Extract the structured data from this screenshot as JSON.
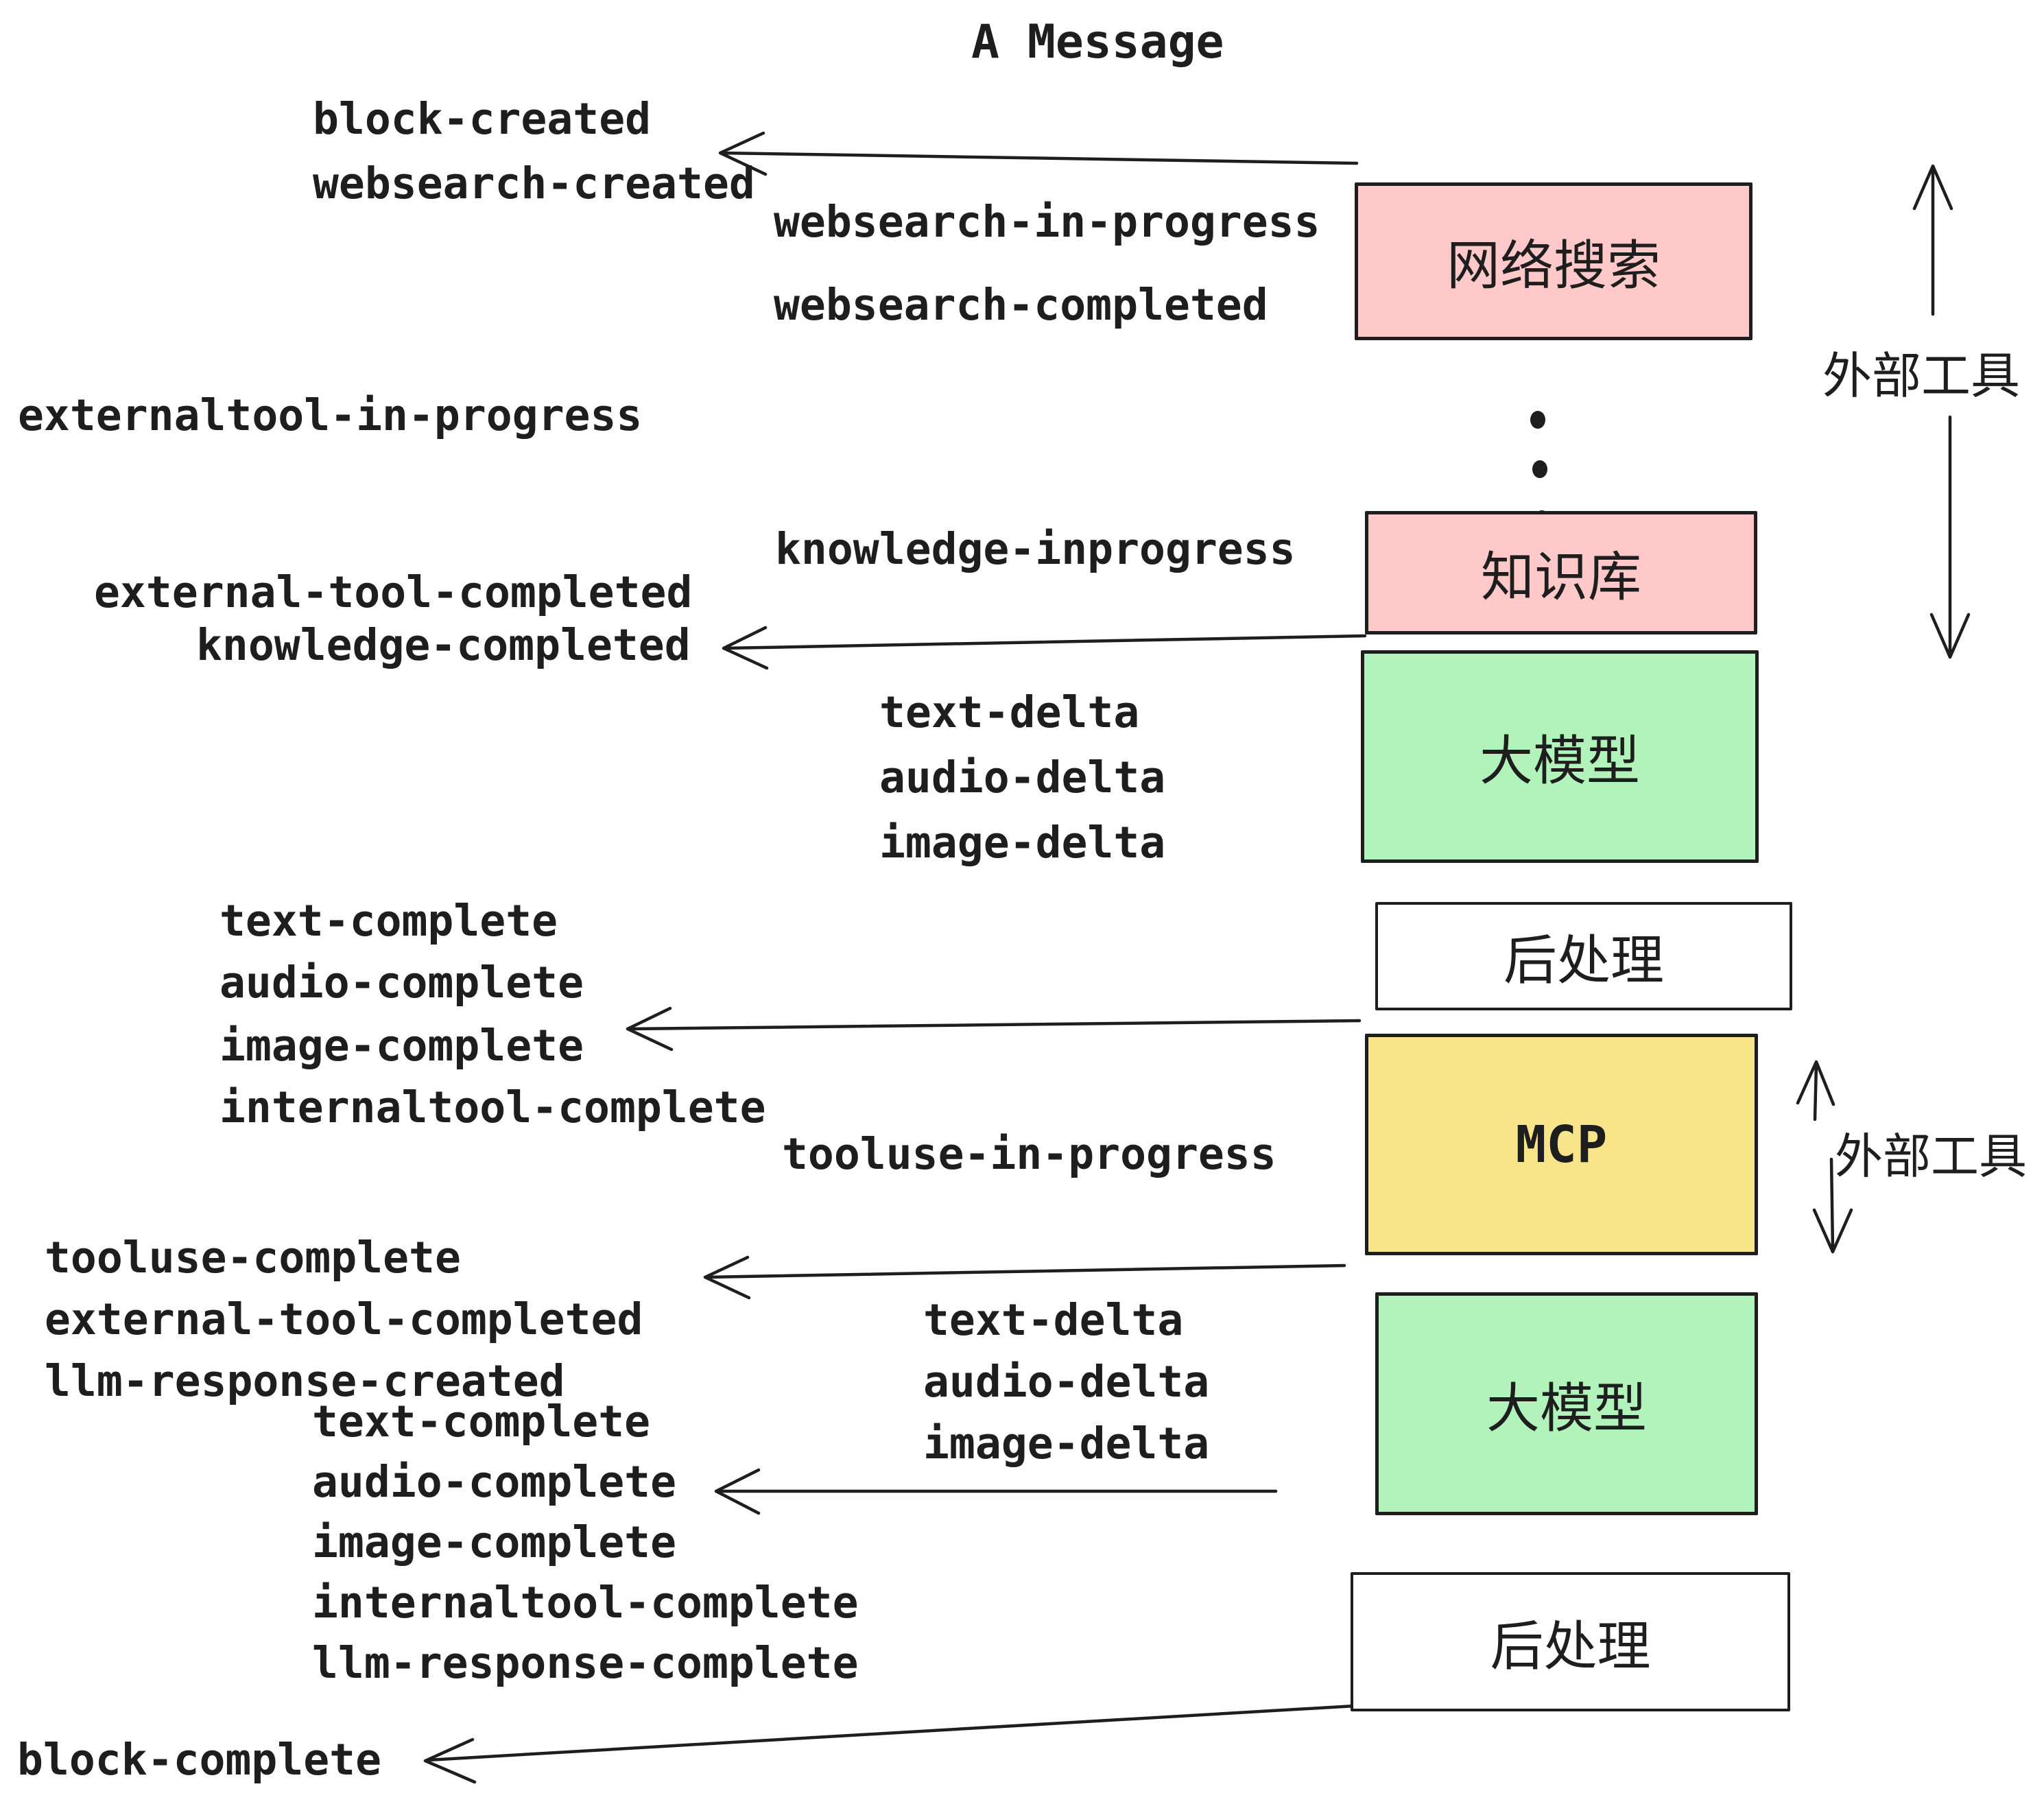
{
  "title": "A Message",
  "colors": {
    "pink": "#ffc9c9",
    "green": "#b2f2bb",
    "yellow": "#f8e58a",
    "white": "#ffffff",
    "stroke": "#1e1e1e"
  },
  "boxes": [
    {
      "label": "网络搜索",
      "fill": "pink"
    },
    {
      "label": "知识库",
      "fill": "pink"
    },
    {
      "label": "大模型",
      "fill": "green"
    },
    {
      "label": "后处理",
      "fill": "white"
    },
    {
      "label": "MCP",
      "fill": "yellow"
    },
    {
      "label": "大模型",
      "fill": "green"
    },
    {
      "label": "后处理",
      "fill": "white"
    }
  ],
  "events": {
    "block_created": "block-created",
    "websearch_created": "websearch-created",
    "websearch_in_progress": "websearch-in-progress",
    "websearch_completed": "websearch-completed",
    "externaltool_in_progress": "externaltool-in-progress",
    "knowledge_inprogress": "knowledge-inprogress",
    "external_tool_completed_1": "external-tool-completed",
    "knowledge_completed": "knowledge-completed",
    "text_delta_1": "text-delta",
    "audio_delta_1": "audio-delta",
    "image_delta_1": "image-delta",
    "text_complete_1": "text-complete",
    "audio_complete_1": "audio-complete",
    "image_complete_1": "image-complete",
    "internaltool_complete_1": "internaltool-complete",
    "tooluse_in_progress": "tooluse-in-progress",
    "tooluse_complete": "tooluse-complete",
    "external_tool_completed_2": "external-tool-completed",
    "llm_response_created": "llm-response-created",
    "text_complete_2": "text-complete",
    "audio_complete_2": "audio-complete",
    "image_complete_2": "image-complete",
    "internaltool_complete_2": "internaltool-complete",
    "llm_response_complete": "llm-response-complete",
    "block_complete": "block-complete"
  },
  "annotations": {
    "external_tool_upper": "外部工具",
    "external_tool_lower": "外部工具"
  }
}
